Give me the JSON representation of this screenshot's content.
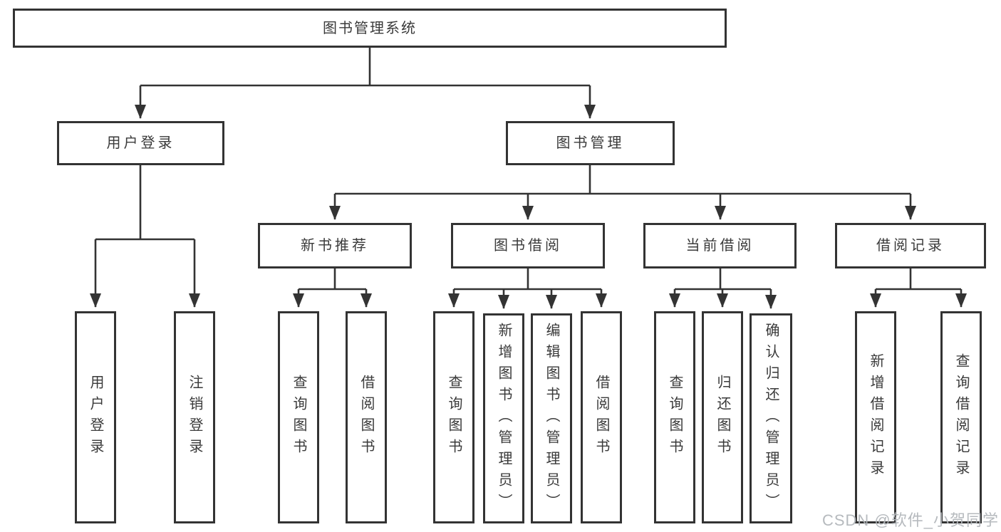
{
  "diagram": {
    "title": "图书管理系统",
    "colors": {
      "line": "#333333",
      "box_border": "#333333",
      "box_fill": "#ffffff",
      "text": "#3a3a3a",
      "watermark": "#b2b6ba",
      "background": "#ffffff"
    },
    "tree": {
      "root": {
        "label": "图书管理系统",
        "children": [
          {
            "label": "用户登录",
            "children": [
              {
                "label": "用户登录"
              },
              {
                "label": "注销登录"
              }
            ]
          },
          {
            "label": "图书管理",
            "children": [
              {
                "label": "新书推荐",
                "children": [
                  {
                    "label": "查询图书"
                  },
                  {
                    "label": "借阅图书"
                  }
                ]
              },
              {
                "label": "图书借阅",
                "children": [
                  {
                    "label": "查询图书"
                  },
                  {
                    "label": "新增图书（管理员）"
                  },
                  {
                    "label": "编辑图书（管理员）"
                  },
                  {
                    "label": "借阅图书"
                  }
                ]
              },
              {
                "label": "当前借阅",
                "children": [
                  {
                    "label": "查询图书"
                  },
                  {
                    "label": "归还图书"
                  },
                  {
                    "label": "确认归还（管理员）"
                  }
                ]
              },
              {
                "label": "借阅记录",
                "children": [
                  {
                    "label": "新增借阅记录"
                  },
                  {
                    "label": "查询借阅记录"
                  }
                ]
              }
            ]
          }
        ]
      }
    }
  },
  "watermark": {
    "text": "CSDN @软件_小贺同学"
  }
}
